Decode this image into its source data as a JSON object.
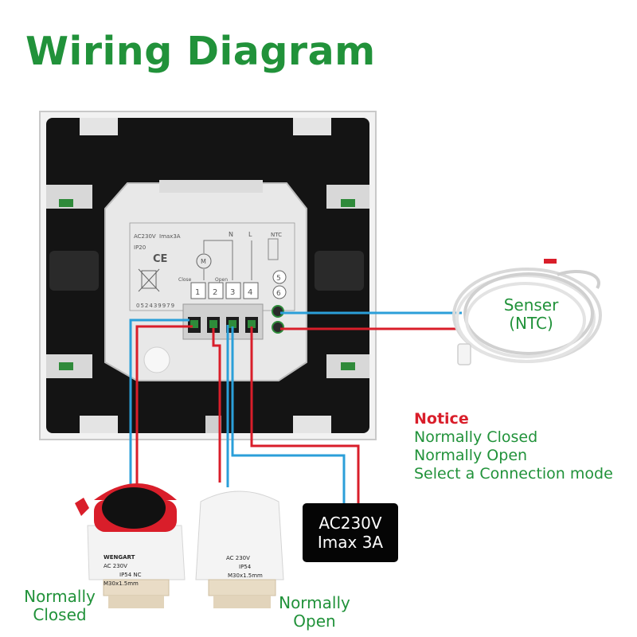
{
  "title": "Wiring Diagram",
  "thermostat": {
    "rating": "AC230V",
    "current": "Imax3A",
    "ip": "IP20",
    "ce": "CE",
    "serial": "052439979",
    "terminal_n": "N",
    "terminal_l": "L",
    "terminal_ntc": "NTC",
    "close_label": "Close",
    "open_label": "Open",
    "motor_mark": "M",
    "terminals": [
      "1",
      "2",
      "3",
      "4",
      "5",
      "6"
    ]
  },
  "sensor": {
    "line1": "Senser",
    "line2": "(NTC)"
  },
  "notice": {
    "title": "Notice",
    "lines": [
      "Normally Closed",
      "Normally Open",
      "Select a Connection mode"
    ]
  },
  "power": {
    "line1": "AC230V",
    "line2": "Imax 3A"
  },
  "actuator_nc": {
    "brand": "WENGART",
    "rating": "AC 230V",
    "ip": "IP54 NC",
    "thread": "M30x1.5mm",
    "label_line1": "Normally",
    "label_line2": "Closed"
  },
  "actuator_no": {
    "rating": "AC 230V",
    "ip": "IP54",
    "thread": "M30x1.5mm",
    "label_line1": "Normally",
    "label_line2": "Open"
  },
  "colors": {
    "green": "#21923a",
    "red": "#d91e2a",
    "blue": "#2b9fd9",
    "panel_black": "#141414"
  }
}
